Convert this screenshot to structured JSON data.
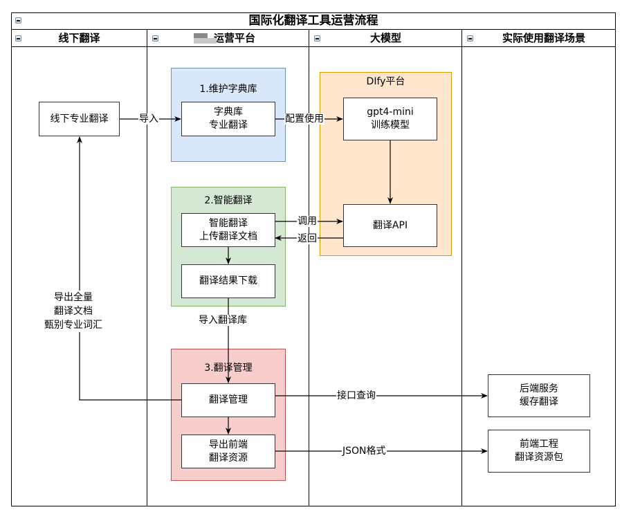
{
  "diagram": {
    "title": "国际化翻译工具运营流程",
    "lanes": [
      {
        "id": "offline",
        "label": "线下翻译"
      },
      {
        "id": "ops",
        "label": "运营平台",
        "has_redacted_prefix": true
      },
      {
        "id": "llm",
        "label": "大模型"
      },
      {
        "id": "usage",
        "label": "实际使用翻译场景"
      }
    ],
    "groups": {
      "dictionary": {
        "label": "1.维护字典库",
        "fill": "#dae8fc",
        "stroke": "#6c8ebf"
      },
      "smart": {
        "label": "2.智能翻译",
        "fill": "#d5e8d4",
        "stroke": "#82b366"
      },
      "manage": {
        "label": "3.翻译管理",
        "fill": "#f8cecc",
        "stroke": "#b85450"
      },
      "dify": {
        "label": "DIfy平台",
        "fill": "#ffe6cc",
        "stroke": "#d79b00"
      }
    },
    "nodes": {
      "offline_translate": "线下专业翻译",
      "dict_lib": "字典库\n专业翻译",
      "smart_upload": "智能翻译\n上传翻译文档",
      "result_download": "翻译结果下载",
      "translate_manage": "翻译管理",
      "export_frontend": "导出前端\n翻译资源",
      "gpt_model": "gpt4-mini\n训练模型",
      "translate_api": "翻译API",
      "backend_cache": "后端服务\n缓存翻译",
      "frontend_pack": "前端工程\n翻译资源包"
    },
    "edge_labels": {
      "import": "导入",
      "configure": "配置使用",
      "call": "调用",
      "return": "返回",
      "import_lib": "导入翻译库",
      "export_all": "导出全量\n翻译文档\n甄别专业词汇",
      "api_query": "接口查询",
      "json_format": "JSON格式"
    }
  }
}
